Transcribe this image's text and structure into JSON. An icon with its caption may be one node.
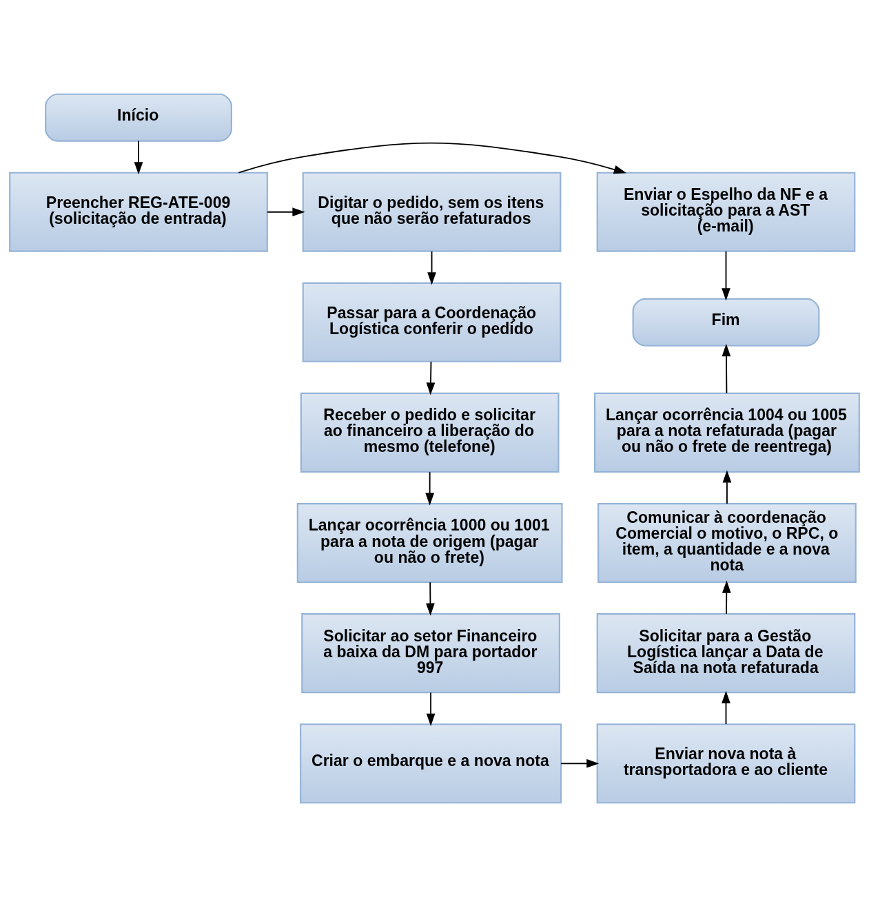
{
  "diagram": {
    "nodes": [
      {
        "text": [
          "Início"
        ]
      },
      {
        "text": [
          "Preencher REG-ATE-009 (solicitação de entrada)"
        ]
      },
      {
        "text": [
          "Enviar o Espelho da NF e a solicitação para a AST (e-mail)"
        ]
      },
      {
        "text": [
          "Digitar o pedido, sem os itens que não serão refaturados"
        ]
      },
      {
        "text": [
          "Passar para a Coordenação Logística conferir o pedido"
        ]
      },
      {
        "text": [
          "Receber o pedido e solicitar ao financeiro a liberação do mesmo (telefone)"
        ]
      },
      {
        "text": [
          "Lançar ocorrência 1000 ou 1001 para a nota de origem (pagar ou não o frete)"
        ]
      },
      {
        "text": [
          "Solicitar ao setor Financeiro a baixa da DM para portador 997"
        ]
      },
      {
        "text": [
          "Criar o embarque e a nova nota"
        ]
      },
      {
        "text": [
          "Enviar nova nota à transportadora e ao cliente"
        ]
      },
      {
        "text": [
          "Solicitar para a Gestão Logística lançar a Data de Saída na nota refaturada"
        ]
      },
      {
        "text": [
          "Comunicar à coordenação Comercial o motivo, o RPC, o item, a quantidade e a nova nota"
        ]
      },
      {
        "text": [
          "Lançar ocorrência 1004 ou 1005 para a nota refaturada (pagar ou não o frete de reentrega)"
        ]
      },
      {
        "text": [
          "Fim"
        ]
      }
    ],
    "edges": [
      {
        "from": 0,
        "to": 1,
        "arrow": "to"
      },
      {
        "from": 1,
        "to": 2,
        "arrow": "to"
      },
      {
        "from": 1,
        "to": 3,
        "arrow": "to"
      },
      {
        "from": 3,
        "to": 4,
        "arrow": "to"
      },
      {
        "from": 4,
        "to": 5,
        "arrow": "to"
      },
      {
        "from": 5,
        "to": 6,
        "arrow": "to"
      },
      {
        "from": 6,
        "to": 7,
        "arrow": "to"
      },
      {
        "from": 7,
        "to": 8,
        "arrow": "to"
      },
      {
        "from": 8,
        "to": 9,
        "arrow": "to"
      },
      {
        "from": 9,
        "to": 10,
        "arrow": "to"
      },
      {
        "from": 10,
        "to": 11,
        "arrow": "to"
      },
      {
        "from": 11,
        "to": 12,
        "arrow": "to"
      },
      {
        "from": 12,
        "to": 13,
        "arrow": "to"
      },
      {
        "from": 2,
        "to": 13,
        "arrow": "to"
      }
    ]
  }
}
